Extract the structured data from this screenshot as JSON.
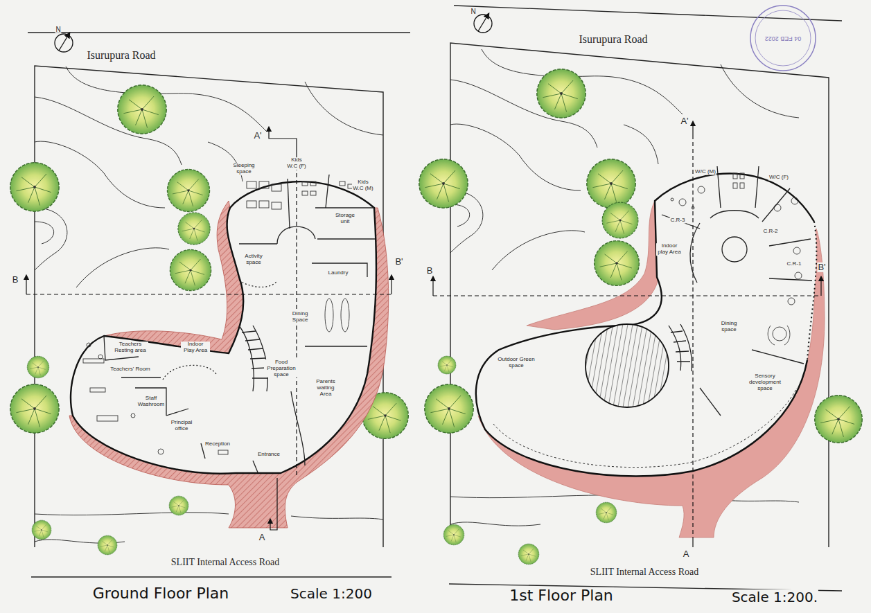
{
  "diagram": {
    "labels": [
      "Isurupura Road",
      "A'",
      "B",
      "B'",
      "Sleeping space",
      "Kids W.C (F)",
      "Kids W.C (M)",
      "Storage unit",
      "Activity space",
      "Laundry",
      "Dining Space",
      "Indoor Play Area",
      "Teachers Resting area",
      "Teachers' Room",
      "Staff Washroom",
      "Principal office",
      "Reception",
      "Entrance",
      "Food Preparation space",
      "Parents waiting Area",
      "A",
      "SLIIT Internal Access Road",
      "Ground Floor Plan",
      "Scale 1:200",
      "04 FEB 2022",
      "Isurupura Road",
      "A'",
      "W/C (M)",
      "W/C (F)",
      "C.R-3",
      "C.R-2",
      "C.R-1",
      "Indoor play Area",
      "B",
      "B'",
      "Dining space",
      "Sensory development space",
      "Outdoor Green space",
      "A",
      "SLIIT Internal Access Road",
      "1st Floor Plan",
      "Scale 1:200.",
      "N",
      "N"
    ]
  }
}
